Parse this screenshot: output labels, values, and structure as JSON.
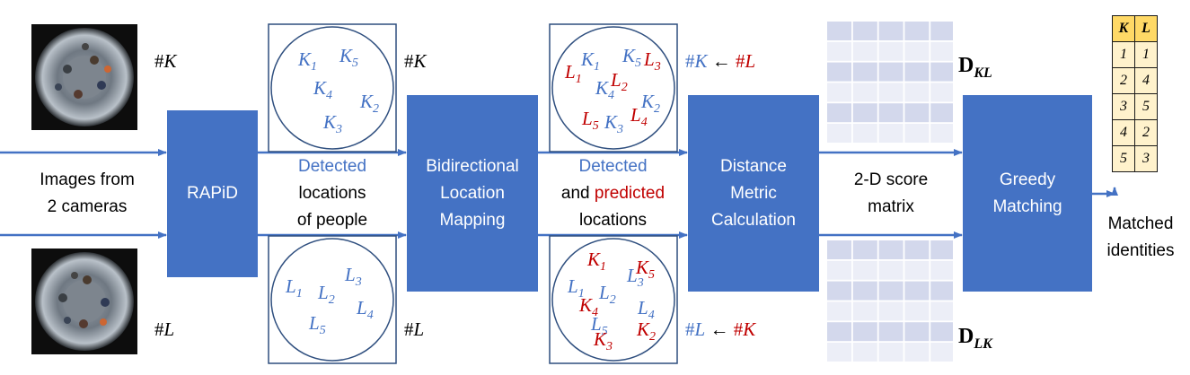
{
  "cameras": {
    "label_line1": "Images from",
    "label_line2": "2 cameras",
    "tag_k": "K",
    "tag_l": "L"
  },
  "blocks": {
    "rapid": "RAPiD",
    "mapping": "Bidirectional\nLocation\nMapping",
    "distance": "Distance\nMetric\nCalculation",
    "greedy": "Greedy\nMatching"
  },
  "labels": {
    "detected1": "Detected",
    "locations_line": "locations",
    "of_people": "of people",
    "detected2": "Detected",
    "and_word": "and",
    "predicted_word": "predicted",
    "locations2": "locations",
    "score_line1": "2-D score",
    "score_line2": "matrix",
    "matched_line1": "Matched",
    "matched_line2": "identities"
  },
  "detections": {
    "K": [
      "K1",
      "K2",
      "K3",
      "K4",
      "K5"
    ],
    "L": [
      "L1",
      "L2",
      "L3",
      "L4",
      "L5"
    ]
  },
  "mapping_tags": {
    "top_left": "K",
    "top_right": "L",
    "bottom_left": "L",
    "bottom_right": "K"
  },
  "matrices": {
    "top": {
      "symbol": "D",
      "sub": "KL"
    },
    "bottom": {
      "symbol": "D",
      "sub": "LK"
    }
  },
  "match_table": {
    "headers": [
      "K",
      "L"
    ],
    "rows": [
      [
        "1",
        "1"
      ],
      [
        "2",
        "4"
      ],
      [
        "3",
        "5"
      ],
      [
        "4",
        "2"
      ],
      [
        "5",
        "3"
      ]
    ]
  },
  "colors": {
    "block_blue": "#4472c4",
    "detected_blue": "#4472c4",
    "predicted_red": "#c00000",
    "table_header": "#ffd966",
    "table_cell": "#fff2cc"
  }
}
